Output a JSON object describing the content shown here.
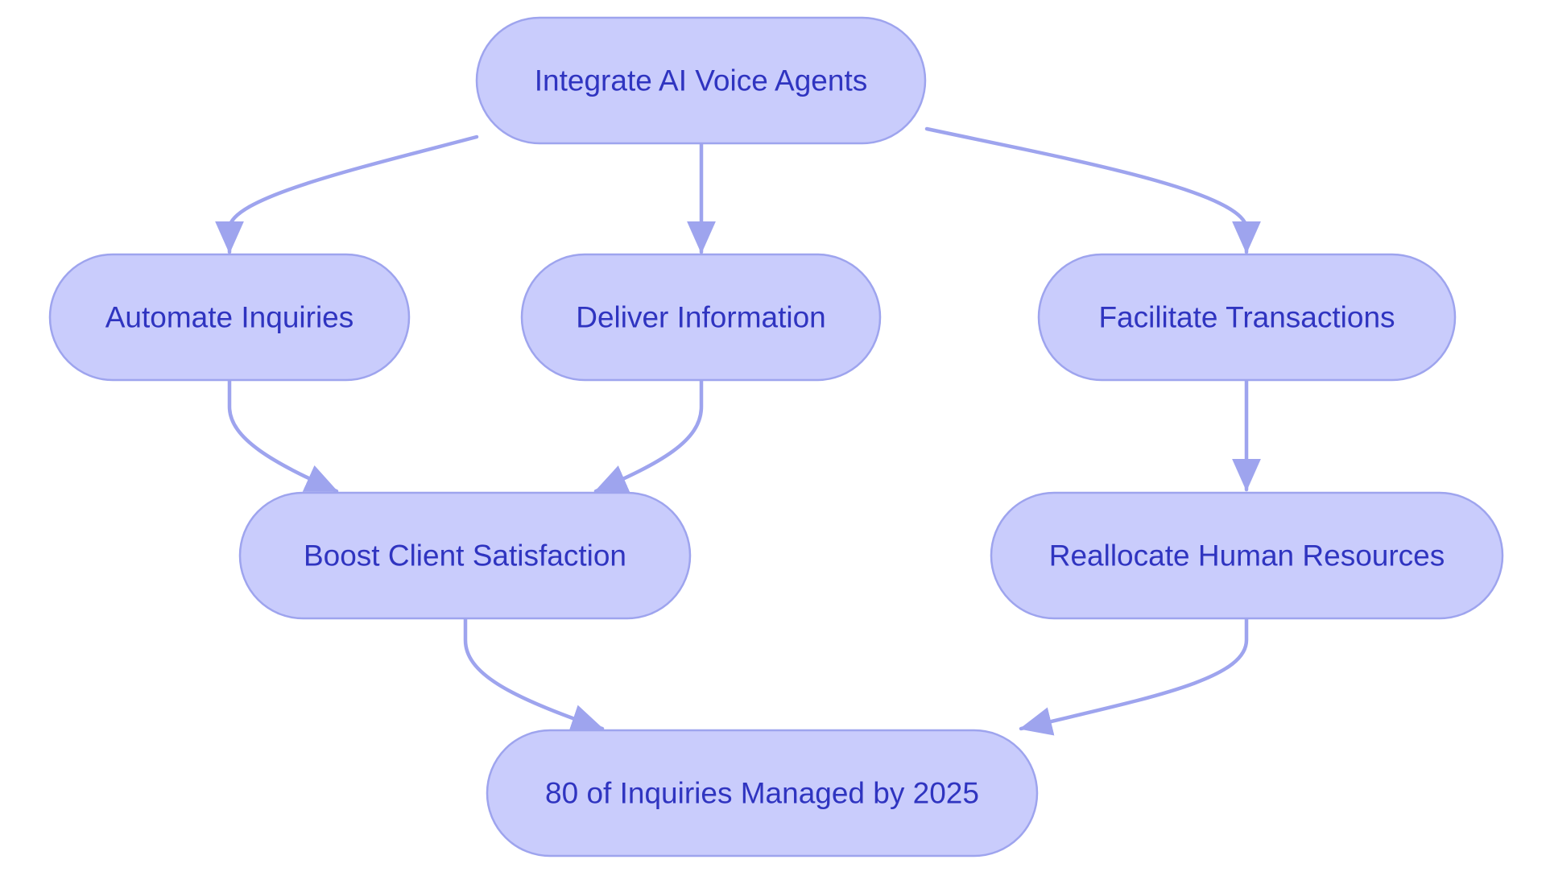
{
  "colors": {
    "node_fill": "#c9ccfc",
    "node_stroke": "#9ea4ee",
    "edge": "#9ea4ee",
    "text": "#2f34c0",
    "background": "#ffffff"
  },
  "nodes": [
    {
      "id": "integrate",
      "label": "Integrate AI Voice Agents"
    },
    {
      "id": "automate",
      "label": "Automate Inquiries"
    },
    {
      "id": "deliver",
      "label": "Deliver Information"
    },
    {
      "id": "facilitate",
      "label": "Facilitate Transactions"
    },
    {
      "id": "boost",
      "label": "Boost Client Satisfaction"
    },
    {
      "id": "reallocate",
      "label": "Reallocate Human Resources"
    },
    {
      "id": "managed",
      "label": "80 of Inquiries Managed by 2025"
    }
  ],
  "edges": [
    {
      "from": "integrate",
      "to": "automate"
    },
    {
      "from": "integrate",
      "to": "deliver"
    },
    {
      "from": "integrate",
      "to": "facilitate"
    },
    {
      "from": "automate",
      "to": "boost"
    },
    {
      "from": "deliver",
      "to": "boost"
    },
    {
      "from": "facilitate",
      "to": "reallocate"
    },
    {
      "from": "boost",
      "to": "managed"
    },
    {
      "from": "reallocate",
      "to": "managed"
    }
  ]
}
